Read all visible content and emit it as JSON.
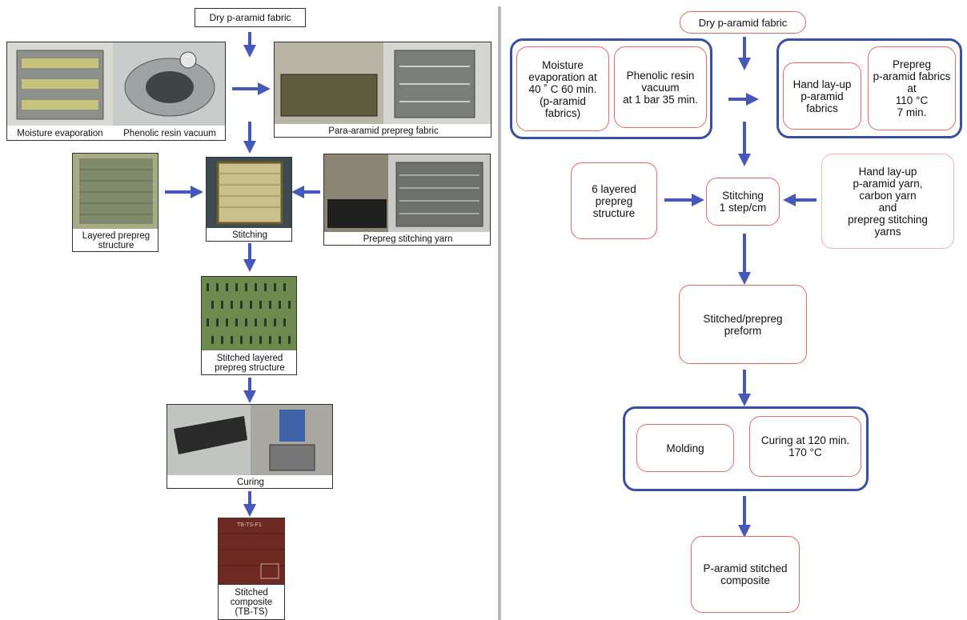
{
  "left": {
    "start": "Dry p-aramid fabric",
    "captions": {
      "moisture": "Moisture evaporation",
      "vacuum": "Phenolic resin vacuum",
      "prepreg_fabric": "Para-aramid prepreg fabric",
      "layered": [
        "Layered prepreg",
        "structure"
      ],
      "stitching": "Stitching",
      "stitch_yarn": "Prepreg stitching yarn",
      "stitched_layered": [
        "Stitched layered",
        "prepreg structure"
      ],
      "curing": "Curing",
      "composite": [
        "Stitched",
        "composite",
        "(TB-TS)"
      ]
    },
    "sample_label": "TB-TS-F1"
  },
  "right": {
    "start": "Dry p-aramid fabric",
    "moisture": [
      "Moisture",
      "evaporation at",
      "40 ˚ C 60 min.",
      "(p-aramid",
      "fabrics)"
    ],
    "vacuum": [
      "Phenolic resin",
      "vacuum",
      "at 1 bar 35 min."
    ],
    "handlayup_fabrics": [
      "Hand lay-up",
      "p-aramid",
      "fabrics"
    ],
    "prepreg_fabrics": [
      "Prepreg",
      "p-aramid fabrics",
      "at",
      "110 °C",
      "7 min."
    ],
    "layered": [
      "6 layered",
      "prepreg",
      "structure"
    ],
    "stitching": [
      "Stitching",
      "1 step/cm"
    ],
    "handlayup_yarn": [
      "Hand lay-up",
      "p-aramid yarn,",
      "carbon yarn",
      "and",
      "prepreg stitching",
      "yarns"
    ],
    "preform": [
      "Stitched/prepreg",
      "preform"
    ],
    "molding": "Molding",
    "curing": [
      "Curing at 120 min.",
      "170 °C"
    ],
    "composite": [
      "P-aramid stitched",
      "composite"
    ]
  },
  "colors": {
    "arrow": "#4659b8",
    "box_border": "#e26a6a",
    "group_border": "#3a4fa3"
  }
}
